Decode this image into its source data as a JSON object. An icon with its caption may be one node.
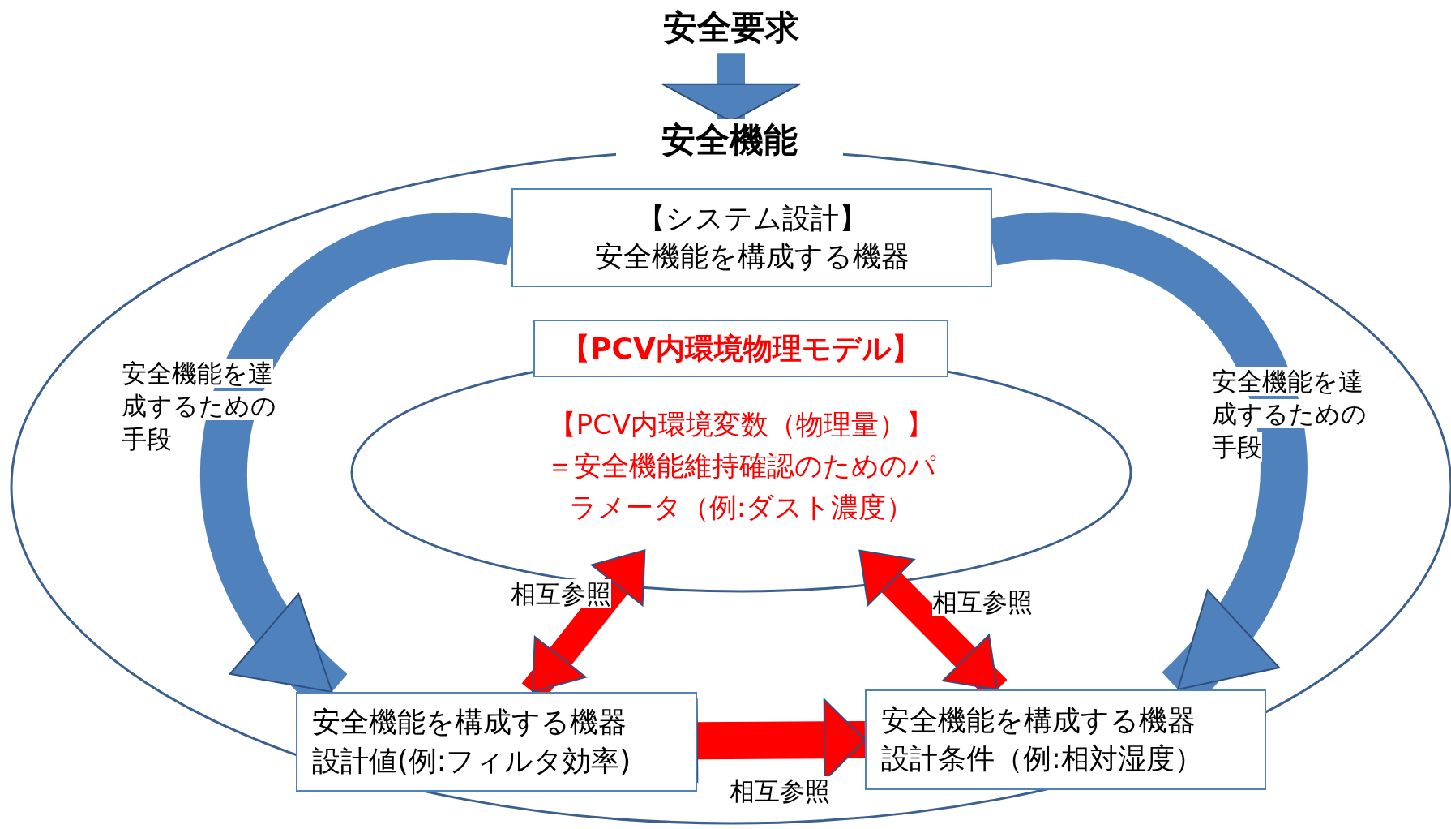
{
  "diagram": {
    "nodes": [
      {
        "text": [
          "安全要求"
        ]
      },
      {
        "text": [
          "安全機能"
        ]
      },
      {
        "text": [
          "【システム設計】",
          "安全機能を構成する機器"
        ],
        "in": 1
      },
      {
        "text": [
          "【PCV内環境物理モデル】",
          "【PCV内環境変数（物理量）】＝安全機能維持確認のためのパラメータ（例:ダスト濃度）"
        ],
        "in": 1
      },
      {
        "text": [
          "安全機能を構成する機器",
          "設計値(例:フィルタ効率)"
        ],
        "in": 1
      },
      {
        "text": [
          "安全機能を構成する機器",
          "設計条件（例:相対湿度）"
        ],
        "in": 1
      }
    ],
    "edges": [
      {
        "from": 0,
        "to": 1,
        "arrow": "to",
        "color": "#4f81bd"
      },
      {
        "from": 2,
        "to": 4,
        "arrow": "to",
        "label": "安全機能を達成するための手段",
        "color": "#4f81bd"
      },
      {
        "from": 2,
        "to": 5,
        "arrow": "to",
        "label": "安全機能を達成するための手段",
        "color": "#4f81bd"
      },
      {
        "from": 3,
        "to": 4,
        "arrow": "both",
        "label": "相互参照",
        "color": "#ff0000"
      },
      {
        "from": 3,
        "to": 5,
        "arrow": "both",
        "label": "相互参照",
        "color": "#ff0000"
      },
      {
        "from": 4,
        "to": 5,
        "arrow": "both",
        "label": "相互参照",
        "color": "#ff0000"
      }
    ]
  }
}
